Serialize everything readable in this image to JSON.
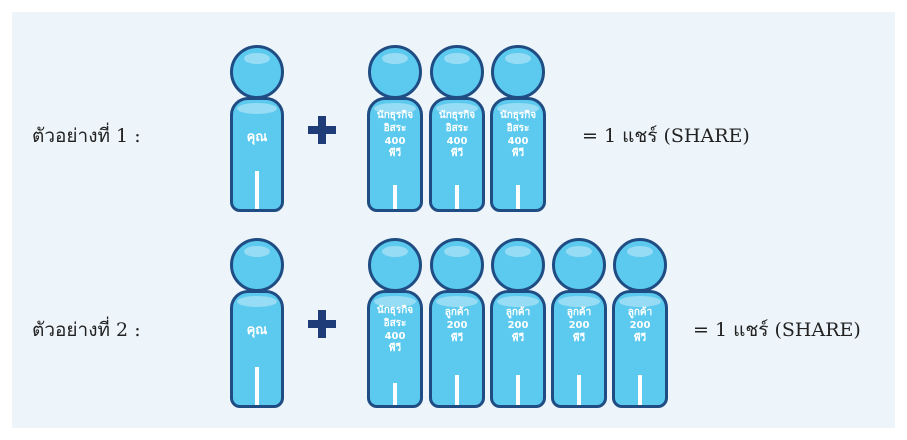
{
  "examples": [
    {
      "label": "ตัวอย่างที่ 1 :",
      "you": "คุณ",
      "group": [
        {
          "text": "นักธุรกิจ\nอิสระ\n400\nพีวี"
        },
        {
          "text": "นักธุรกิจ\nอิสระ\n400\nพีวี"
        },
        {
          "text": "นักธุรกิจ\nอิสระ\n400\nพีวี"
        }
      ],
      "result": "= 1 แชร์ (SHARE)"
    },
    {
      "label": "ตัวอย่างที่ 2 :",
      "you": "คุณ",
      "group": [
        {
          "text": "นักธุรกิจ\nอิสระ\n400\nพีวี"
        },
        {
          "text": "ลูกค้า\n200\nพีวี"
        },
        {
          "text": "ลูกค้า\n200\nพีวี"
        },
        {
          "text": "ลูกค้า\n200\nพีวี"
        },
        {
          "text": "ลูกค้า\n200\nพีวี"
        }
      ],
      "result": "= 1 แชร์ (SHARE)"
    }
  ],
  "colors": {
    "figure_fill": "#5cc9ee",
    "figure_outline": "#1f4d83",
    "plus": "#1e3c78",
    "background": "#edf5fa"
  },
  "icons": {
    "figure": "person-icon",
    "operator": "plus-icon"
  }
}
